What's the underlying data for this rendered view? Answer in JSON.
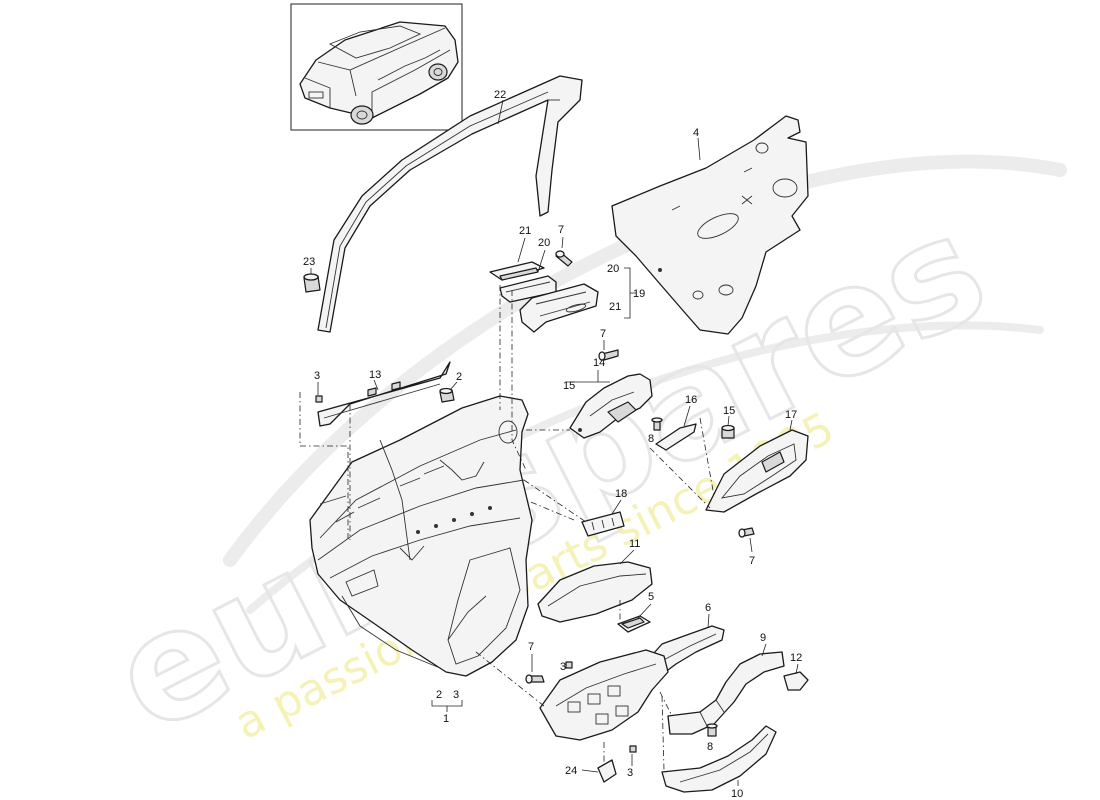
{
  "watermark": {
    "brand": "eurospares",
    "tagline": "a passion for parts since 1985"
  },
  "callouts": {
    "c1": "1",
    "c2a": "2",
    "c3a": "3",
    "c2b": "2",
    "c3b": "3",
    "c3c": "3",
    "c3d": "3",
    "c4": "4",
    "c5": "5",
    "c6": "6",
    "c7a": "7",
    "c7b": "7",
    "c7c": "7",
    "c7d": "7",
    "c8a": "8",
    "c8b": "8",
    "c9": "9",
    "c10": "10",
    "c11": "11",
    "c12": "12",
    "c13": "13",
    "c14": "14",
    "c15a": "15",
    "c15b": "15",
    "c16": "16",
    "c17": "17",
    "c18": "18",
    "c19": "19",
    "c20a": "20",
    "c20b": "20",
    "c21a": "21",
    "c21b": "21",
    "c22": "22",
    "c23": "23",
    "c24": "24"
  },
  "colors": {
    "line": "#1a1a1a",
    "watermark_outline": "#e6e6e6",
    "watermark_tagline": "#f2ee9f"
  }
}
